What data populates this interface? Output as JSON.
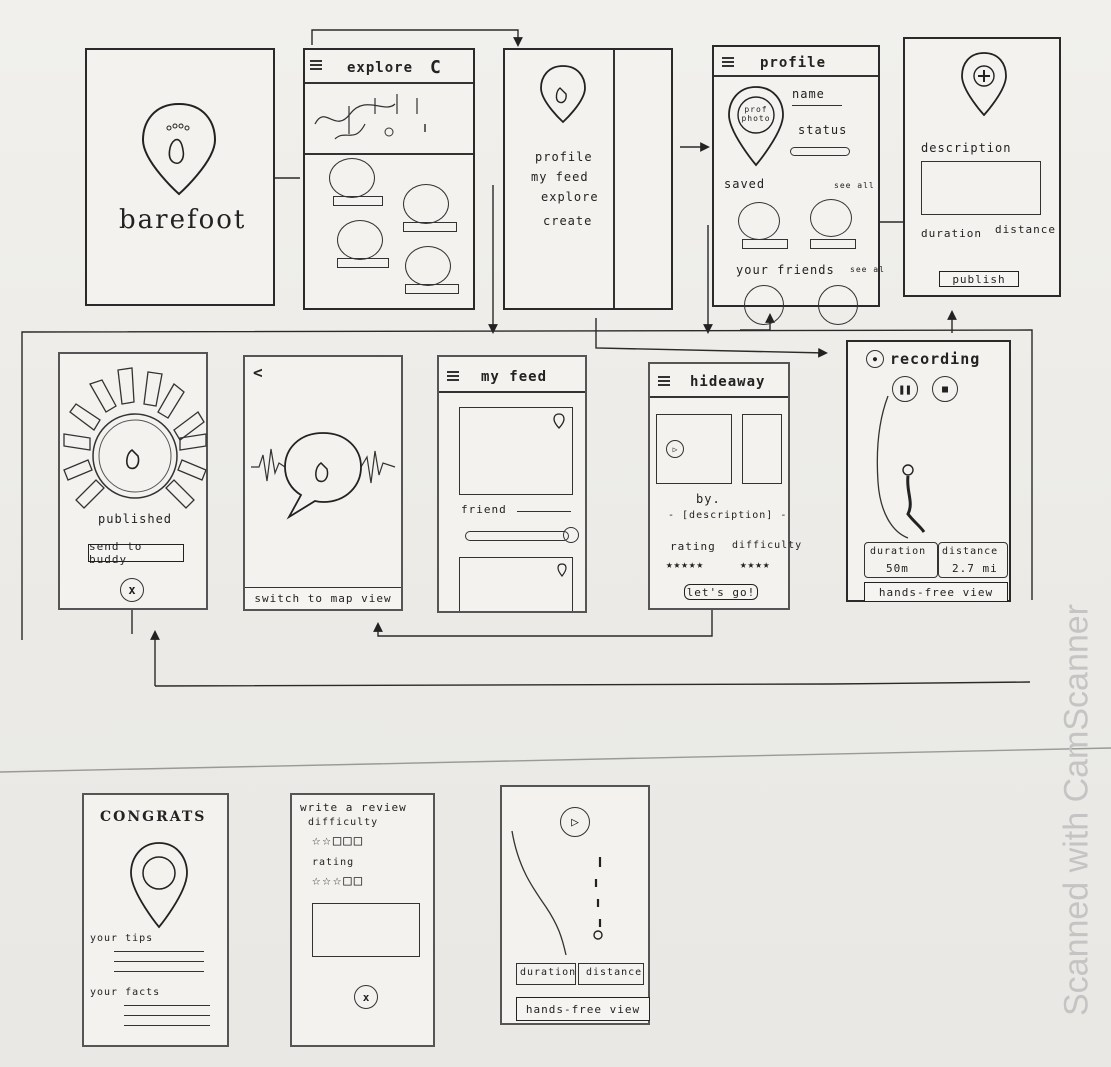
{
  "watermark": "Scanned with CamScanner",
  "screens": {
    "splash": {
      "brand": "barefoot"
    },
    "explore": {
      "title": "explore",
      "refresh_icon": "C"
    },
    "menu": {
      "items": [
        "profile",
        "my feed",
        "explore",
        "create"
      ]
    },
    "profile": {
      "title": "profile",
      "photo_label": "prof photo",
      "name_label": "name",
      "status_label": "status",
      "saved_label": "saved",
      "see_all": "see all",
      "friends_label": "your friends",
      "see_all_2": "see al"
    },
    "create": {
      "description_label": "description",
      "duration_label": "duration",
      "distance_label": "distance",
      "publish_button": "publish"
    },
    "published": {
      "label": "published",
      "send_button": "send to buddy",
      "close_icon": "x"
    },
    "buddy": {
      "back_icon": "<",
      "switch_button": "switch to map view"
    },
    "feed": {
      "title": "my feed",
      "friend_label": "friend"
    },
    "hideaway": {
      "title": "hideaway",
      "by_label": "by.",
      "description_label": "- [description] -",
      "rating_label": "rating",
      "difficulty_label": "difficulty",
      "rating_stars": "★★★★★",
      "difficulty_stars": "★★★★",
      "go_button": "let's go!"
    },
    "recording": {
      "title": "recording",
      "duration_label": "duration",
      "duration_value": "50m",
      "distance_label": "distance",
      "distance_value": "2.7 mi",
      "handsfree_button": "hands-free view"
    },
    "congrats": {
      "title": "CONGRATS",
      "tips_label": "your tips",
      "facts_label": "your facts"
    },
    "review": {
      "title": "write a review",
      "difficulty_label": "difficulty",
      "difficulty_value": "☆☆□□□",
      "rating_label": "rating",
      "rating_value": "☆☆☆□□",
      "close_icon": "x"
    },
    "handsfree": {
      "duration_label": "duration",
      "distance_label": "distance",
      "handsfree_button": "hands-free view"
    }
  }
}
